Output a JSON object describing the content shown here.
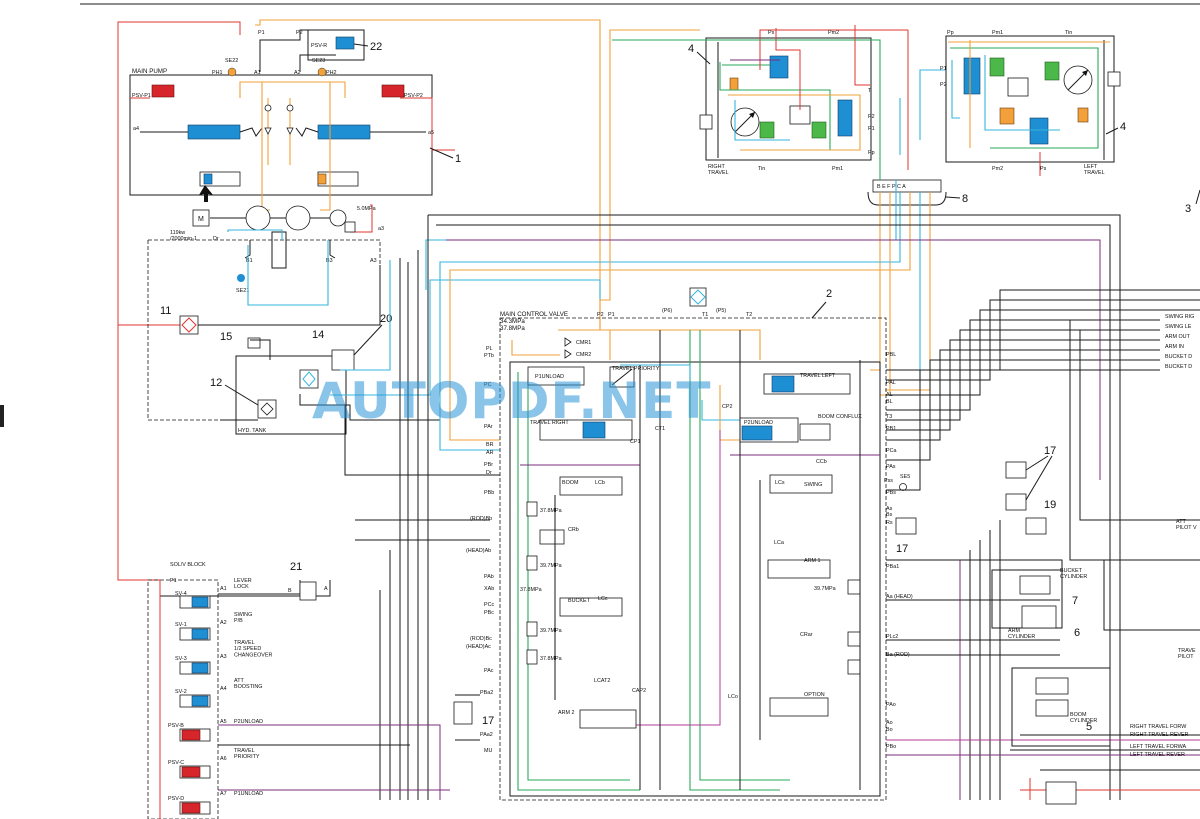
{
  "watermark": "AUTOPDF.NET",
  "callouts": {
    "c1": "1",
    "c2": "2",
    "c3": "3",
    "c4a": "4",
    "c4b": "4",
    "c5": "5",
    "c6": "6",
    "c7": "7",
    "c8": "8",
    "c11": "11",
    "c12": "12",
    "c14": "14",
    "c15": "15",
    "c17a": "17",
    "c17b": "17",
    "c17c": "17",
    "c19": "19",
    "c20": "20",
    "c21": "21",
    "c22": "22"
  },
  "pump": {
    "title": "MAIN PUMP",
    "psv_p1": "PSV-P1",
    "psv_p2": "PSV-P2",
    "psv_r": "PSV-R",
    "se22": "SE22",
    "se23": "SE23",
    "ph1": "PH1",
    "ph2": "PH2",
    "a1": "A1",
    "a2": "A2",
    "p1": "P1",
    "p2": "P2",
    "a4": "a4",
    "a5": "a5",
    "a3": "a3",
    "motor": "M",
    "power": "119kw",
    "speed": "/2000min-1",
    "dr": "Dr",
    "b1": "B1",
    "b3": "B3",
    "a3port": "A3",
    "se21": "SE21",
    "pressure": "5.0MPa"
  },
  "tank": {
    "label": "HYD. TANK"
  },
  "mcv": {
    "title": "MAIN CONTROL VALVE",
    "p1_relief": "34.3MPa",
    "p2_relief": "37.8MPa",
    "cmr1": "CMR1",
    "cmr2": "CMR2",
    "ports_top": [
      "P2",
      "P1",
      "(P6)",
      "T1",
      "(P5)",
      "T2"
    ],
    "left_ports": [
      "PL",
      "PTb",
      "PC",
      "PAr",
      "BR",
      "AR",
      "PBr",
      "Dr",
      "PBb",
      "(ROD)Bb",
      "(HEAD)Ab",
      "PAb",
      "XAb",
      "PCc",
      "PBc",
      "(ROD)Bc",
      "(HEAD)Ac",
      "PAc",
      "PBa2",
      "PAa2",
      "MU"
    ],
    "right_ports": [
      "PBL",
      "PAL",
      "AL",
      "BL",
      "T3",
      "PB1",
      "PCa",
      "PAs",
      "Pss",
      "PBs",
      "As",
      "Bs",
      "Rs",
      "PBa1",
      "Aa (HEAD)",
      "PLc2",
      "Ba (ROD)",
      "PAo",
      "Ao",
      "Bo",
      "PBo"
    ],
    "spools": {
      "p1_unload": "P1UNLOAD",
      "travel_priority": "TRAVEL PRIORITY",
      "travel_right": "TRAVEL RIGHT",
      "travel_left": "TRAVEL LEFT",
      "p2_unload": "P2UNLOAD",
      "boom_conflux": "BOOM CONFLUX",
      "boom": "BOOM",
      "swing": "SWING",
      "bucket": "BUCKET",
      "arm1": "ARM 1",
      "arm2": "ARM 2",
      "option": "OPTION"
    },
    "checks": [
      "CP1",
      "CT1",
      "CP2",
      "CCb",
      "CRb",
      "LCb",
      "LCs",
      "LCa",
      "LCc",
      "LCo",
      "LCAT2",
      "CAP2",
      "CRar",
      "SE5"
    ],
    "reliefs": [
      "37.8MPa",
      "39.7MPa",
      "37.8MPa",
      "39.7MPa",
      "37.8MPa",
      "39.7MPa"
    ]
  },
  "solv": {
    "title": "SOL/V BLOCK",
    "p1": "P1",
    "rows": [
      {
        "valve": "SV-4",
        "port": "A1",
        "label": "LEVER\nLOCK"
      },
      {
        "valve": "SV-1",
        "port": "A2",
        "label": "SWING\nP/B"
      },
      {
        "valve": "SV-3",
        "port": "A3",
        "label": "TRAVEL\n1/2 SPEED\nCHANGEOVER"
      },
      {
        "valve": "SV-2",
        "port": "A4",
        "label": "ATT\nBOOSTING"
      },
      {
        "valve": "PSV-B",
        "port": "A5",
        "label": "P2UNLOAD"
      },
      {
        "valve": "PSV-C",
        "port": "A6",
        "label": "TRAVEL\nPRIORITY"
      },
      {
        "valve": "PSV-D",
        "port": "A7",
        "label": "P1UNLOAD"
      }
    ],
    "b": "B",
    "a": "A"
  },
  "travel": {
    "right": "RIGHT\nTRAVEL",
    "left": "LEFT\nTRAVEL",
    "ports_r": [
      "Ps",
      "Pm2",
      "T",
      "P2",
      "P1",
      "Pp",
      "Tin",
      "Pm1"
    ],
    "ports_l": [
      "Pp",
      "Pm1",
      "Tin",
      "P1",
      "P2",
      "Pm2",
      "Ps"
    ]
  },
  "swivel": {
    "ports": "B E F P C A"
  },
  "cylinders": {
    "bucket": "BUCKET\nCYLINDER",
    "arm": "ARM\nCYLINDER",
    "boom": "BOOM\nCYLINDER"
  },
  "right_lines": [
    "SWING RIG",
    "SWING LE",
    "ARM OUT",
    "ARM IN",
    "BUCKET D",
    "BUCKET D"
  ],
  "right_misc": {
    "att_pilot": "ATT\nPILOT V",
    "travel_pilot": "TRAVE\nPILOT"
  },
  "bottom_lines": [
    "RIGHT TRAVEL FORW",
    "RIGHT TRAVEL REVER",
    "LEFT TRAVEL FORWA",
    "LEFT TRAVEL REVER"
  ],
  "colors": {
    "pilot_red": "#e0342f",
    "drain_orange": "#f2a03a",
    "return_cyan": "#35b6dd",
    "travel_green": "#2aa85a",
    "signal_purple": "#7b2d7b",
    "spool_blue": "#1f8fd3",
    "watermark": "#2a93d6"
  }
}
